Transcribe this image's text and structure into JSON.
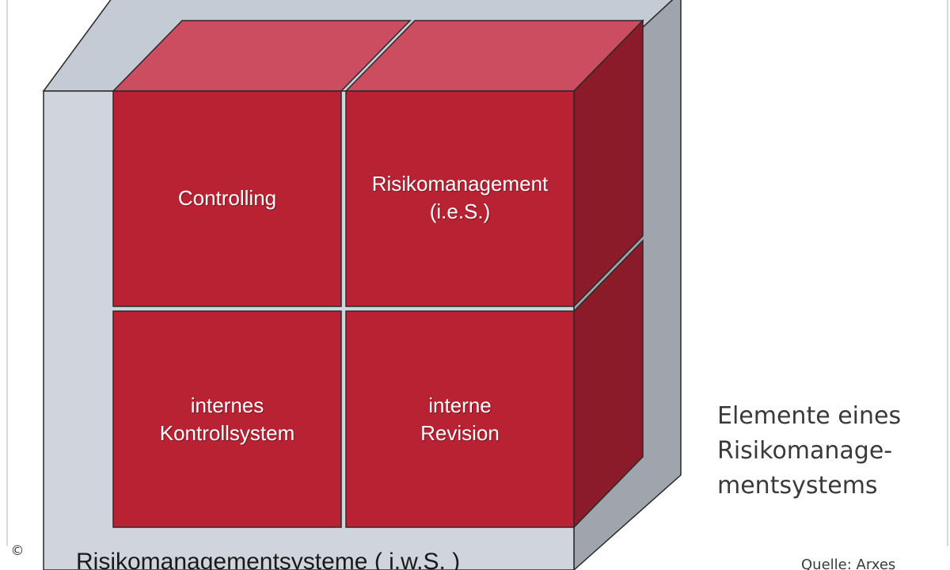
{
  "diagram": {
    "base_label": "Risikomanagementsysteme ( i.w.S. )",
    "blocks": [
      {
        "id": "controlling",
        "lines": [
          "Controlling"
        ]
      },
      {
        "id": "risk-management",
        "lines": [
          "Risikomanagement",
          "(i.e.S.)"
        ]
      },
      {
        "id": "internal-control",
        "lines": [
          "internes",
          "Kontrollsystem"
        ]
      },
      {
        "id": "internal-audit",
        "lines": [
          "interne",
          "Revision"
        ]
      }
    ]
  },
  "caption": {
    "lines": [
      "Elemente eines",
      "Risikomanage-",
      "mentsystems"
    ]
  },
  "source": "Quelle: Arxes",
  "copyright_symbol": "©",
  "colors": {
    "block_front": "#b82233",
    "block_top": "#cc4d60",
    "block_side": "#8c1b29",
    "base_front": "#d0d5dd",
    "base_top": "#c5cbd4",
    "base_side": "#a0a5ad",
    "outline": "#2a2a2a"
  }
}
